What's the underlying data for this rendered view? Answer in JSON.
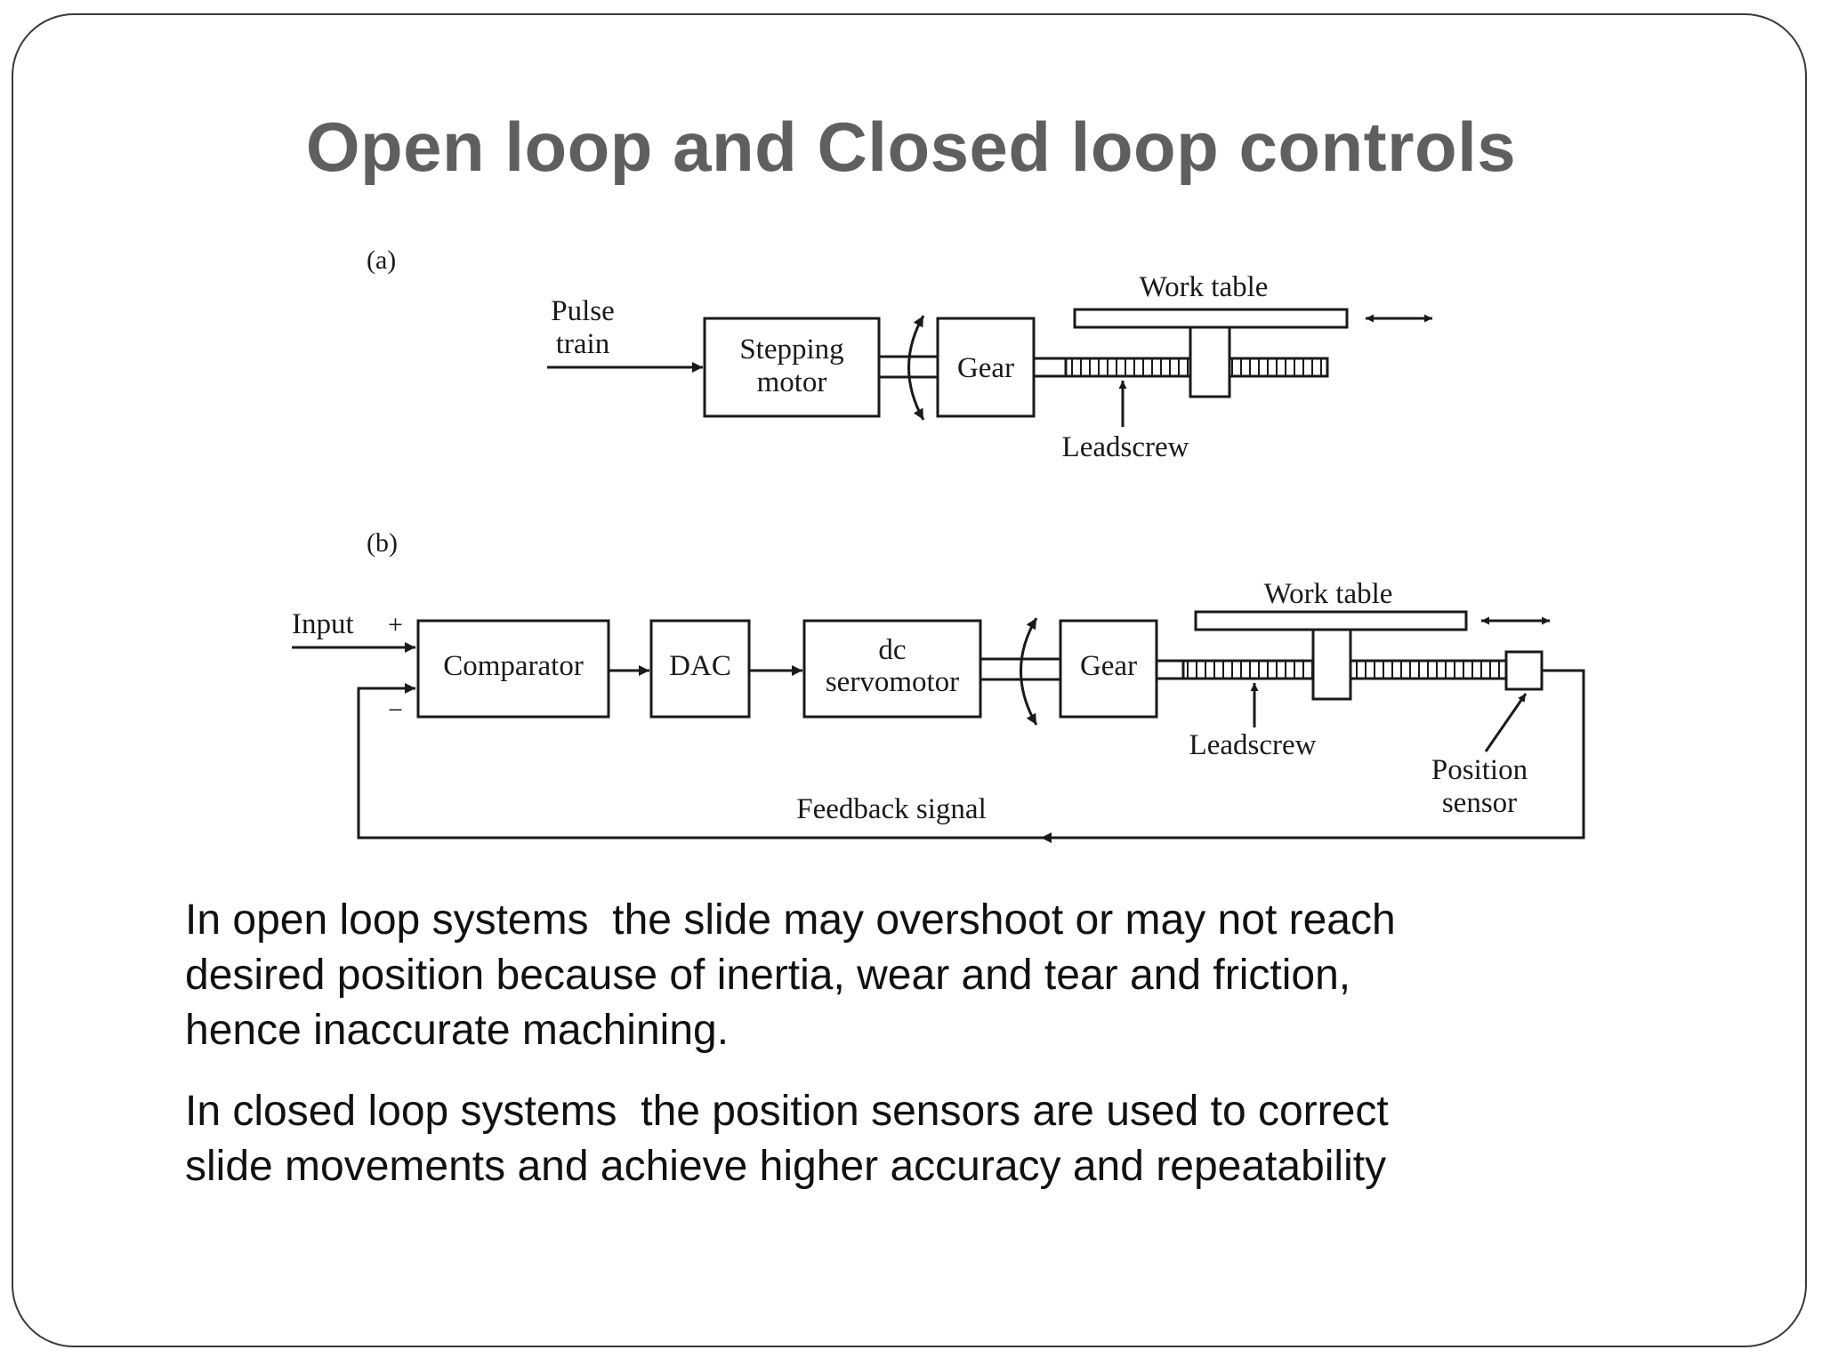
{
  "slide": {
    "title": "Open loop and Closed loop controls"
  },
  "diagram_a": {
    "label": "(a)",
    "input_line1": "Pulse",
    "input_line2": "train",
    "motor_line1": "Stepping",
    "motor_line2": "motor",
    "gear": "Gear",
    "work_table": "Work table",
    "leadscrew": "Leadscrew"
  },
  "diagram_b": {
    "label": "(b)",
    "input": "Input",
    "plus": "+",
    "minus": "−",
    "comparator": "Comparator",
    "dac": "DAC",
    "servo_line1": "dc",
    "servo_line2": "servomotor",
    "gear": "Gear",
    "work_table": "Work table",
    "leadscrew": "Leadscrew",
    "sensor_line1": "Position",
    "sensor_line2": "sensor",
    "feedback": "Feedback signal"
  },
  "body": {
    "paragraph_1_line1": "In open loop systems  the slide may overshoot or may not reach",
    "paragraph_1_line2": "desired position because of inertia, wear and tear and friction,",
    "paragraph_1_line3": "hence inaccurate machining.",
    "paragraph_2_line1": "In closed loop systems  the position sensors are used to correct",
    "paragraph_2_line2": "slide movements and achieve higher accuracy and repeatability"
  }
}
